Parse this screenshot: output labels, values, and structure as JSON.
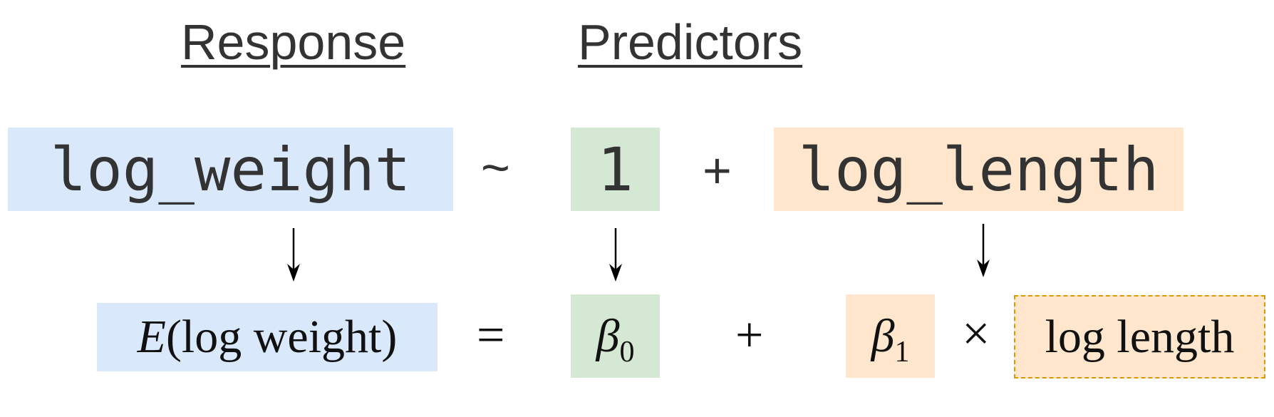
{
  "headings": {
    "response": "Response",
    "predictors": "Predictors"
  },
  "formula": {
    "response": "log_weight",
    "tilde": "~",
    "intercept": "1",
    "plus": "+",
    "predictor": "log_length"
  },
  "equation": {
    "expected_fn": "E",
    "expected_arg": "(log weight)",
    "equals": "=",
    "beta0_symbol": "β",
    "beta0_sub": "0",
    "plus": "+",
    "beta1_symbol": "β",
    "beta1_sub": "1",
    "times": "×",
    "predictor": "log length"
  },
  "colors": {
    "response_fill": "#dae8fc",
    "intercept_fill": "#d5e8d4",
    "predictor_fill": "#ffe6cc",
    "predictor_dashed_border": "#d79b00"
  },
  "icons": [
    "down-arrow-icon"
  ]
}
